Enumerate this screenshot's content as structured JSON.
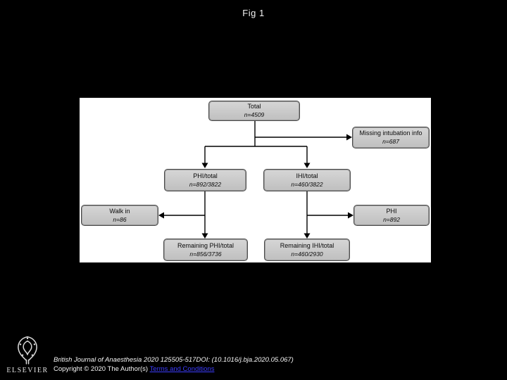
{
  "page": {
    "title": "Fig 1"
  },
  "flowchart": {
    "nodes": {
      "total": {
        "label": "Total",
        "value": "n=4509"
      },
      "missing": {
        "label": "Missing intubation info",
        "value": "n=687"
      },
      "phi_total": {
        "label": "PHI/total",
        "value": "n=892/3822"
      },
      "ihi_total": {
        "label": "IHI/total",
        "value": "n=460/3822"
      },
      "walk_in": {
        "label": "Walk in",
        "value": "n=86"
      },
      "phi": {
        "label": "PHI",
        "value": "n=892"
      },
      "remaining_phi": {
        "label": "Remaining PHI/total",
        "value": "n=856/3736"
      },
      "remaining_ihi": {
        "label": "Remaining IHI/total",
        "value": "n=460/2930"
      }
    }
  },
  "branding": {
    "logo_text": "ELSEVIER"
  },
  "footer": {
    "citation": "British Journal of Anaesthesia 2020 125505-517DOI: (10.1016/j.bja.2020.05.067)",
    "copyright": "Copyright © 2020 The Author(s) ",
    "terms_link": "Terms and Conditions"
  },
  "colors": {
    "background": "#000000",
    "panel": "#ffffff",
    "node_fill": "#c8c8c8",
    "node_border": "#4a4a4a",
    "link": "#3d3dff"
  }
}
